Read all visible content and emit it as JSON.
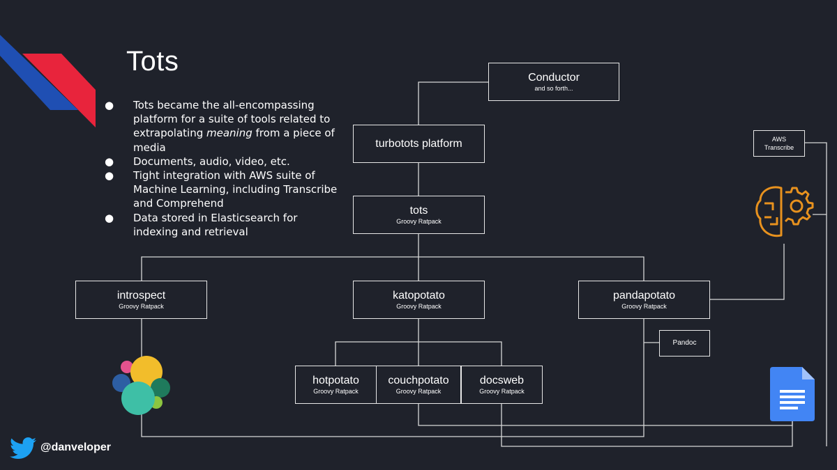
{
  "slide": {
    "title": "Tots",
    "handle": "@danveloper"
  },
  "bullets": [
    {
      "pre": "Tots became the all-encompassing platform for a suite of tools related to extrapolating ",
      "em": "meaning",
      "post": " from a piece of media"
    },
    {
      "pre": "Documents, audio, video, etc.",
      "em": "",
      "post": ""
    },
    {
      "pre": "Tight integration with AWS suite of Machine Learning, including Transcribe and Comprehend",
      "em": "",
      "post": ""
    },
    {
      "pre": "Data stored in Elasticsearch for indexing and retrieval",
      "em": "",
      "post": ""
    }
  ],
  "diagram": {
    "conductor": {
      "name": "Conductor",
      "sub": "and so forth..."
    },
    "turbotots": {
      "name": "turbotots platform",
      "sub": ""
    },
    "tots": {
      "name": "tots",
      "sub": "Groovy Ratpack"
    },
    "introspect": {
      "name": "introspect",
      "sub": "Groovy Ratpack"
    },
    "katopotato": {
      "name": "katopotato",
      "sub": "Groovy Ratpack"
    },
    "pandapotato": {
      "name": "pandapotato",
      "sub": "Groovy Ratpack"
    },
    "hotpotato": {
      "name": "hotpotato",
      "sub": "Groovy Ratpack"
    },
    "couchpotato": {
      "name": "couchpotato",
      "sub": "Groovy Ratpack"
    },
    "docsweb": {
      "name": "docsweb",
      "sub": "Groovy Ratpack"
    },
    "pandoc": {
      "name": "Pandoc"
    },
    "aws_transcribe": {
      "line1": "AWS",
      "line2": "Transcribe"
    }
  },
  "icons": {
    "stripe": "red-blue-stripe",
    "twitter": "twitter-bird-icon",
    "elastic": "elasticsearch-logo-icon",
    "ml": "aws-machine-learning-brain-gear-icon",
    "gdoc": "google-docs-icon"
  },
  "colors": {
    "background": "#1f222b",
    "stripe_red": "#e8243c",
    "stripe_blue": "#1f4fb3",
    "twitter": "#1da1f2",
    "aws_orange": "#e8921e",
    "docs_blue": "#4285f4"
  }
}
